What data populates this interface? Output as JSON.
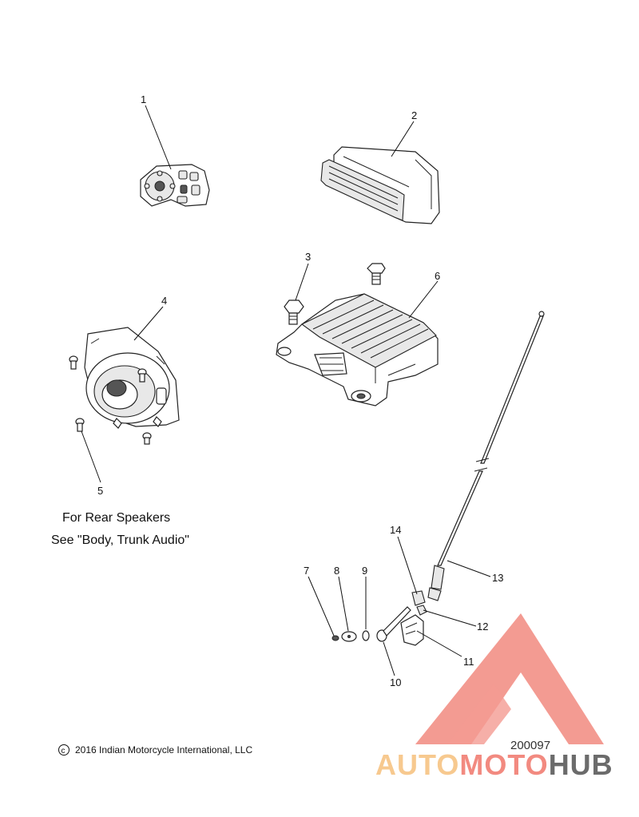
{
  "callouts": {
    "c1": "1",
    "c2": "2",
    "c3": "3",
    "c4": "4",
    "c5": "5",
    "c6": "6",
    "c7": "7",
    "c8": "8",
    "c9": "9",
    "c10": "10",
    "c11": "11",
    "c12": "12",
    "c13": "13",
    "c14": "14"
  },
  "note": {
    "line1": "For Rear Speakers",
    "line2": "See \"Body, Trunk Audio\""
  },
  "copyright": {
    "symbol": "c",
    "text": "2016 Indian Motorcycle International, LLC"
  },
  "watermark": {
    "number": "200097",
    "auto": "AUTO",
    "moto": "MOTO",
    "hub": "HUB",
    "color_primary": "#f28a80",
    "color_secondary": "#f7c98f",
    "color_hub": "#6b6b6b"
  }
}
